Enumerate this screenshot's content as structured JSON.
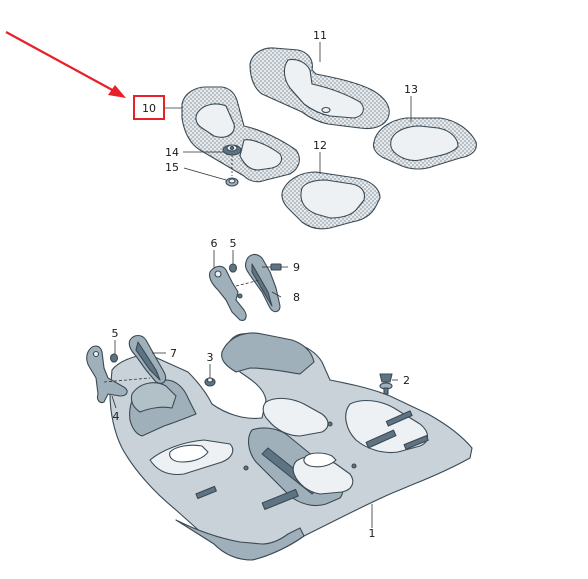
{
  "colors": {
    "highlight": "#e8202a",
    "arrow": "#e8202a",
    "line": "#3a4a55",
    "mat_fill": "#dfe4e7",
    "carpet_fill": "#c9d2d8"
  },
  "callouts": {
    "p1": "1",
    "p2": "2",
    "p3": "3",
    "p4": "4",
    "p5a": "5",
    "p5b": "5",
    "p6": "6",
    "p7": "7",
    "p8": "8",
    "p9": "9",
    "p10": "10",
    "p11": "11",
    "p12": "12",
    "p13": "13",
    "p14": "14",
    "p15": "15"
  },
  "highlighted_part": "10"
}
